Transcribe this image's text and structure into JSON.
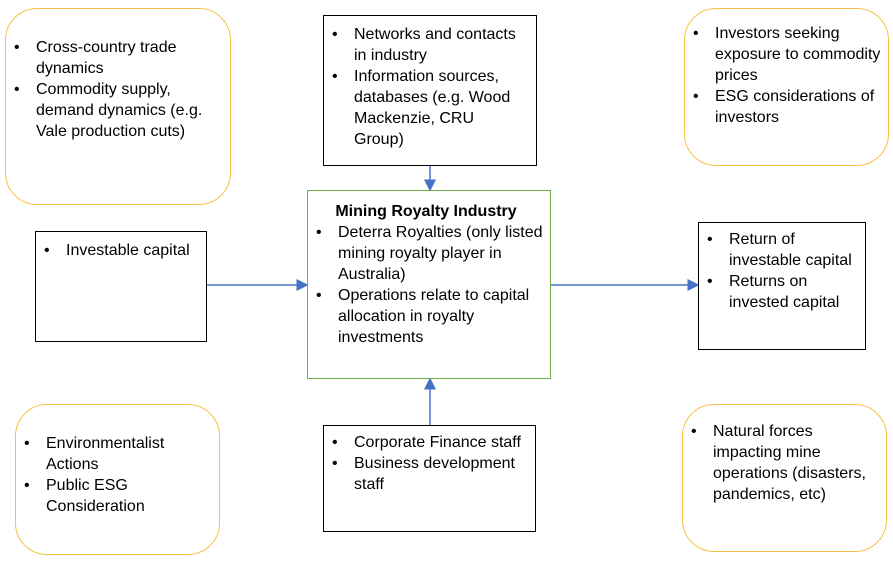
{
  "diagram": {
    "top_left": {
      "bullets": [
        "Cross-country trade dynamics",
        "Commodity supply, demand dynamics (e.g. Vale production cuts)"
      ]
    },
    "top_center": {
      "bullets": [
        "Networks and contacts in industry",
        "Information sources, databases (e.g. Wood Mackenzie, CRU Group)"
      ]
    },
    "top_right": {
      "bullets": [
        "Investors seeking exposure to commodity prices",
        "ESG considerations of investors"
      ]
    },
    "left": {
      "bullets": [
        "Investable capital"
      ]
    },
    "center": {
      "title": "Mining Royalty Industry",
      "bullets": [
        "Deterra Royalties (only listed mining royalty player in Australia)",
        "Operations relate to capital allocation in royalty investments"
      ]
    },
    "right": {
      "bullets": [
        "Return of investable capital",
        "Returns on invested capital"
      ]
    },
    "bottom_left": {
      "bullets": [
        "Environmentalist Actions",
        "Public ESG Consideration"
      ]
    },
    "bottom_center": {
      "bullets": [
        "Corporate Finance staff",
        "Business development staff"
      ]
    },
    "bottom_right": {
      "bullets": [
        "Natural forces impacting mine operations (disasters, pandemics, etc)"
      ]
    },
    "colors": {
      "rounded_border": "#f6c243",
      "center_border": "#70ad47",
      "arrow": "#4472c4"
    }
  }
}
